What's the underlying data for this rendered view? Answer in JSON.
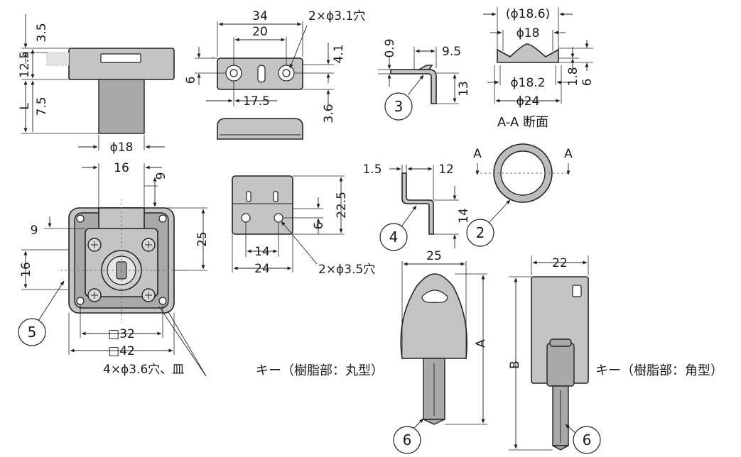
{
  "dimensions": {
    "d_3_5": "3.5",
    "d_12_5": "12.5",
    "d_L": "L",
    "d_7_5": "7.5",
    "d_phi18_body": "ϕ18",
    "d_34": "34",
    "d_20": "20",
    "d_2x3_1": "2×ϕ3.1穴",
    "d_4_1": "4.1",
    "d_6_plate": "6",
    "d_17_5": "17.5",
    "d_3_6": "3.6",
    "d_0_9": "0.9",
    "d_9_5": "9.5",
    "d_13": "13",
    "d_phi18_6": "(ϕ18.6)",
    "d_phi18_ring": "ϕ18",
    "d_phi18_2": "ϕ18.2",
    "d_phi24": "ϕ24",
    "d_1_8": "1.8",
    "d_6_ring": "6",
    "d_16_top": "16",
    "d_9_top": "9",
    "d_9_left": "9",
    "d_25": "25",
    "d_16_left": "16",
    "d_sq32": "□32",
    "d_sq42": "□42",
    "d_4x3_6": "4×ϕ3.6穴、皿",
    "d_22_5": "22.5",
    "d_6_front": "6",
    "d_14_front": "14",
    "d_24": "24",
    "d_2x3_5": "2×ϕ3.5穴",
    "d_1_5": "1.5",
    "d_12": "12",
    "d_14_bracket": "14",
    "d_25_key": "25",
    "d_A": "A",
    "d_22_key": "22",
    "d_B": "B"
  },
  "labels": {
    "section_caption": "A-A 断面",
    "section_mark_left": "A",
    "section_mark_right": "A",
    "key_round_caption": "キー（樹脂部：丸型）",
    "key_square_caption": "キー（樹脂部：角型）"
  },
  "part_numbers": {
    "bracket_small": "3",
    "bracket_large": "4",
    "ring": "2",
    "lock_body": "5",
    "key_round": "6",
    "key_square": "6"
  }
}
